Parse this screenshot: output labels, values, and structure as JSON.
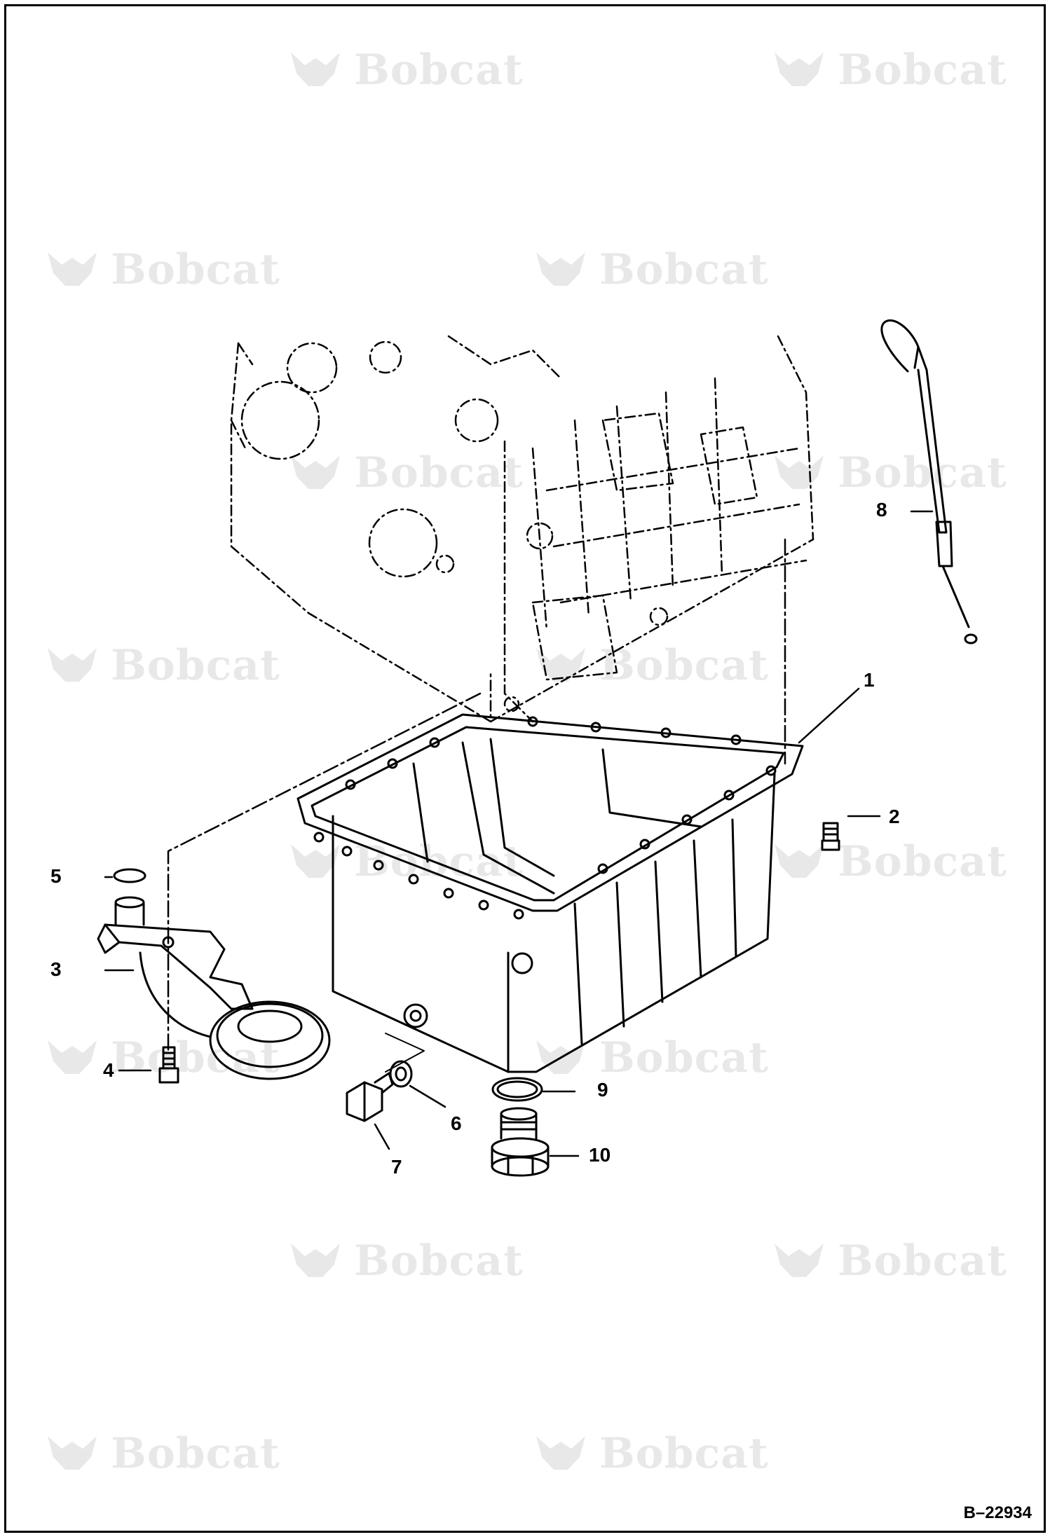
{
  "diagram": {
    "watermark_text": "Bobcat",
    "callouts": [
      "1",
      "2",
      "3",
      "4",
      "5",
      "6",
      "7",
      "8",
      "9",
      "10"
    ],
    "document_number": "B–22934"
  }
}
